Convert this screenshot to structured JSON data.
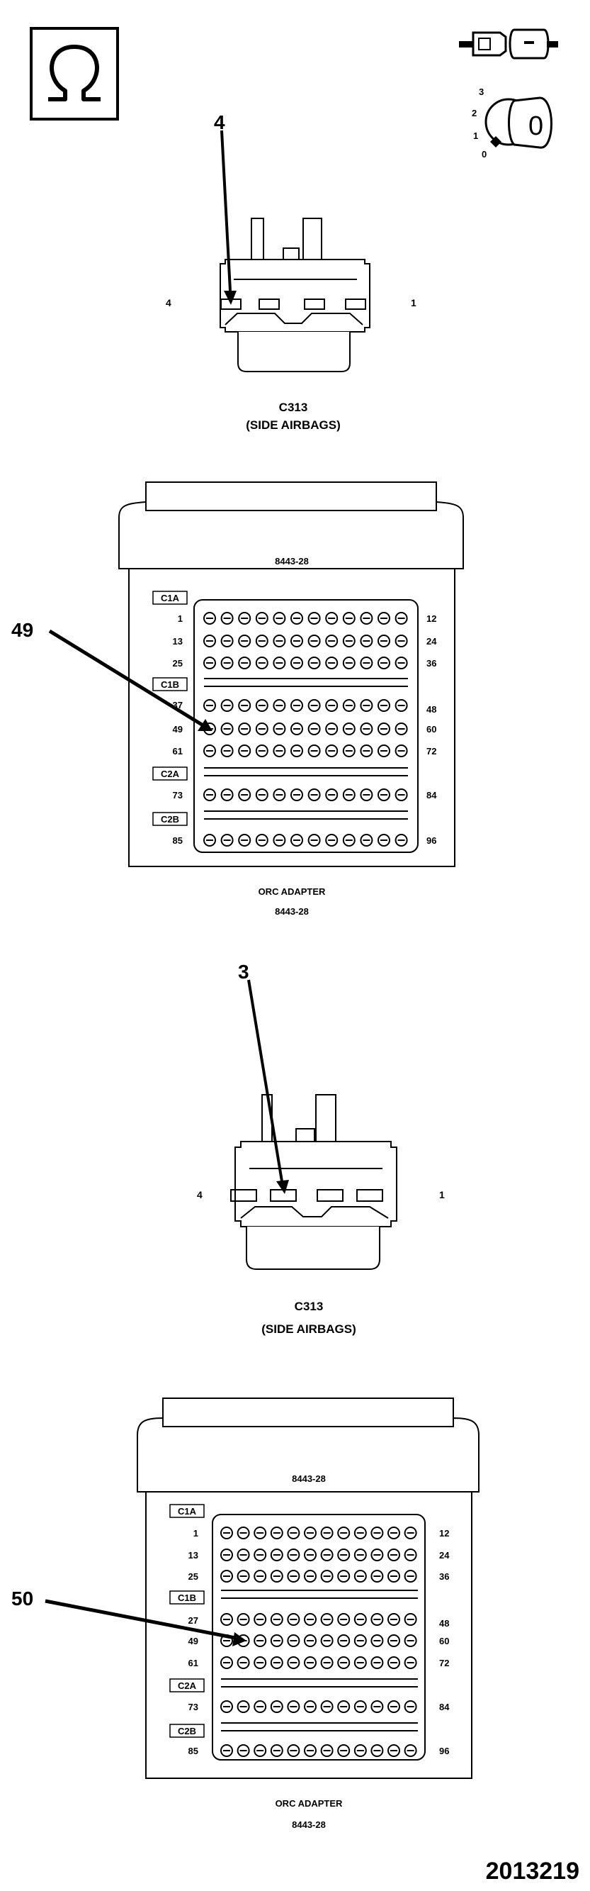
{
  "symbols": {
    "ohm_icon": "ohm-symbol-icon",
    "connector_icon": "disconnected-connector-icon",
    "ignition_icon": "ignition-key-icon",
    "ignition_positions": [
      "3",
      "2",
      "1",
      "0"
    ],
    "ignition_key_text": "0"
  },
  "connector_1": {
    "callout": "4",
    "pin_left": "4",
    "pin_right": "1",
    "name": "C313",
    "subtitle": "(SIDE AIRBAGS)"
  },
  "adapter_1": {
    "callout": "49",
    "header": "8443-28",
    "groups": [
      "C1A",
      "C1B",
      "C2A",
      "C2B"
    ],
    "row_left": [
      "1",
      "13",
      "25",
      "37",
      "49",
      "61",
      "73",
      "85"
    ],
    "row_right": [
      "12",
      "24",
      "36",
      "48",
      "60",
      "72",
      "84",
      "96"
    ],
    "caption": "ORC ADAPTER",
    "caption_part": "8443-28"
  },
  "connector_2": {
    "callout": "3",
    "pin_left": "4",
    "pin_right": "1",
    "name": "C313",
    "subtitle": "(SIDE AIRBAGS)"
  },
  "adapter_2": {
    "callout": "50",
    "header": "8443-28",
    "groups": [
      "C1A",
      "C1B",
      "C2A",
      "C2B"
    ],
    "row_left": [
      "1",
      "13",
      "25",
      "27",
      "49",
      "61",
      "73",
      "85"
    ],
    "row_right": [
      "12",
      "24",
      "36",
      "48",
      "60",
      "72",
      "84",
      "96"
    ],
    "caption": "ORC ADAPTER",
    "caption_part": "8443-28"
  },
  "figure_number": "2013219"
}
